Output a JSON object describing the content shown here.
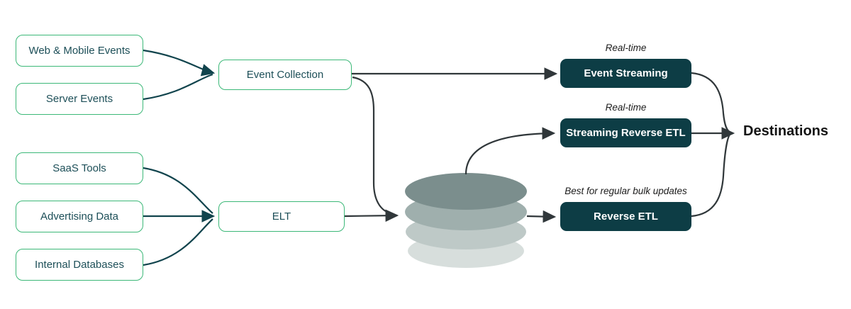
{
  "diagram": {
    "sources_events": [
      {
        "label": "Web & Mobile Events"
      },
      {
        "label": "Server Events"
      }
    ],
    "sources_batch": [
      {
        "label": "SaaS Tools"
      },
      {
        "label": "Advertising Data"
      },
      {
        "label": "Internal Databases"
      }
    ],
    "processors": [
      {
        "label": "Event Collection"
      },
      {
        "label": "ELT"
      }
    ],
    "outputs": [
      {
        "label": "Event Streaming",
        "note": "Real-time"
      },
      {
        "label": "Streaming Reverse ETL",
        "note": "Real-time"
      },
      {
        "label": "Reverse ETL",
        "note": "Best for regular bulk updates"
      }
    ],
    "destination_label": "Destinations",
    "icons": {
      "warehouse": "database-cylinder-icon"
    },
    "colors": {
      "green_outline": "#3cb878",
      "teal_text": "#1d4f58",
      "dark_box": "#0d3d45",
      "arrow_teal": "#11444d",
      "arrow_dark": "#30373a",
      "cylinder_top": "#7b8e8d",
      "cylinder_mid1": "#9fafad",
      "cylinder_mid2": "#bec9c7",
      "cylinder_bottom": "#d7dedc"
    }
  }
}
